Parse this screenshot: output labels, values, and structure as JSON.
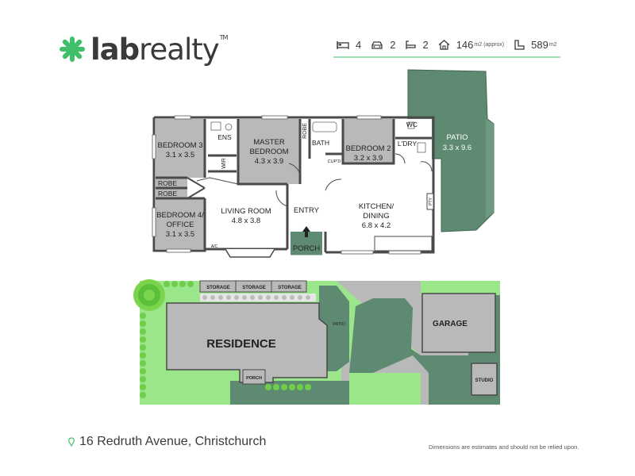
{
  "brand": {
    "logo_bold": "lab",
    "logo_light": "realty",
    "trademark": "TM",
    "accent": "#3fbf6a"
  },
  "stats": [
    {
      "icon": "bed-icon",
      "value": "4"
    },
    {
      "icon": "car-icon",
      "value": "2"
    },
    {
      "icon": "bath-icon",
      "value": "2"
    },
    {
      "icon": "house-icon",
      "value": "146",
      "unit": "m2 (approx)"
    },
    {
      "icon": "land-icon",
      "value": "589",
      "unit": "m2"
    }
  ],
  "floorplan": {
    "rooms": {
      "bedroom3": {
        "name": "BEDROOM 3",
        "dims": "3.1 x 3.5"
      },
      "master_line1": "MASTER",
      "master_line2": "BEDROOM",
      "master_dims": "4.3 x 3.9",
      "bedroom2": {
        "name": "BEDROOM 2",
        "dims": "3.2 x 3.9"
      },
      "bedroom4_line1": "BEDROOM 4/",
      "bedroom4_line2": "OFFICE",
      "bedroom4_dims": "3.1 x 3.5",
      "living": {
        "name": "LIVING ROOM",
        "dims": "4.8 x 3.8"
      },
      "kitchen_line1": "KITCHEN/",
      "kitchen_line2": "DINING",
      "kitchen_dims": "6.8 x 4.2",
      "patio": {
        "name": "PATIO",
        "dims": "3.3 x 9.6"
      }
    },
    "labels": {
      "ens": "ENS",
      "wir": "WIR",
      "robe1": "ROBE",
      "robe2": "ROBE",
      "robe3": "ROBE",
      "bath": "BATH",
      "cupd": "CUP'D",
      "wc": "WC",
      "ldry": "L'DRY",
      "entry": "ENTRY",
      "porch": "PORCH",
      "pty": "PTY",
      "ac": "A/C"
    }
  },
  "siteplan": {
    "storage": [
      "STORAGE",
      "STORAGE",
      "STORAGE"
    ],
    "residence": "RESIDENCE",
    "patio": "PATIO",
    "porch": "PORCH",
    "garage": "GARAGE",
    "studio": "STUDIO"
  },
  "footer": {
    "address": "16 Redruth Avenue, Christchurch",
    "disclaimer": "Dimensions are estimates and should not be relied upon."
  },
  "colors": {
    "room": "#b9b9b9",
    "wall": "#4a4a4a",
    "green": "#5f8a72",
    "lawn": "#9be58b",
    "paving": "#b9b9b9"
  }
}
